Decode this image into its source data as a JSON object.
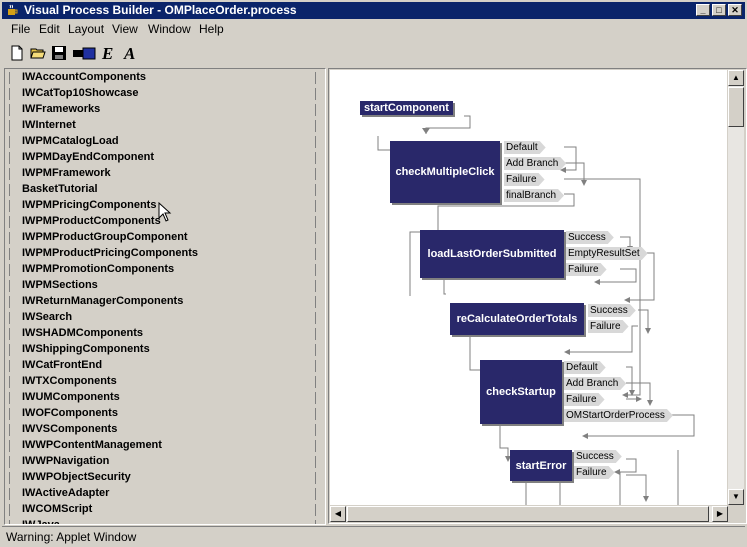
{
  "window": {
    "title": "Visual Process Builder - OMPlaceOrder.process"
  },
  "menu": [
    "File",
    "Edit",
    "Layout",
    "View",
    "Window",
    "Help"
  ],
  "toolbar": {
    "icons": [
      "new-file-icon",
      "open-folder-icon",
      "save-disk-icon",
      "run-icon",
      "italic-e-icon",
      "italic-a-icon"
    ]
  },
  "components": [
    "IWAccountComponents",
    "IWCatTop10Showcase",
    "IWFrameworks",
    "IWInternet",
    "IWPMCatalogLoad",
    "IWPMDayEndComponent",
    "IWPMFramework",
    "BasketTutorial",
    "IWPMPricingComponents",
    "IWPMProductComponents",
    "IWPMProductGroupComponent",
    "IWPMProductPricingComponents",
    "IWPMPromotionComponents",
    "IWPMSections",
    "IWReturnManagerComponents",
    "IWSearch",
    "IWSHADMComponents",
    "IWShippingComponents",
    "IWCatFrontEnd",
    "IWTXComponents",
    "IWUMComponents",
    "IWOFComponents",
    "IWVSComponents",
    "IWWPContentManagement",
    "IWWPNavigation",
    "IWWPObjectSecurity",
    "IWActiveAdapter",
    "IWCOMScript",
    "IWJava"
  ],
  "diagram": {
    "start": "startComponent",
    "nodes": [
      {
        "label": "checkMultipleClick",
        "ports": [
          "Default",
          "Add Branch",
          "Failure",
          "finalBranch"
        ]
      },
      {
        "label": "loadLastOrderSubmitted",
        "ports": [
          "Success",
          "EmptyResultSet",
          "Failure"
        ]
      },
      {
        "label": "reCalculateOrderTotals",
        "ports": [
          "Success",
          "Failure"
        ]
      },
      {
        "label": "checkStartup",
        "ports": [
          "Default",
          "Add Branch",
          "Failure",
          "OMStartOrderProcess"
        ]
      },
      {
        "label": "startError",
        "ports": [
          "Success",
          "Failure"
        ]
      }
    ]
  },
  "status": "Warning: Applet Window"
}
